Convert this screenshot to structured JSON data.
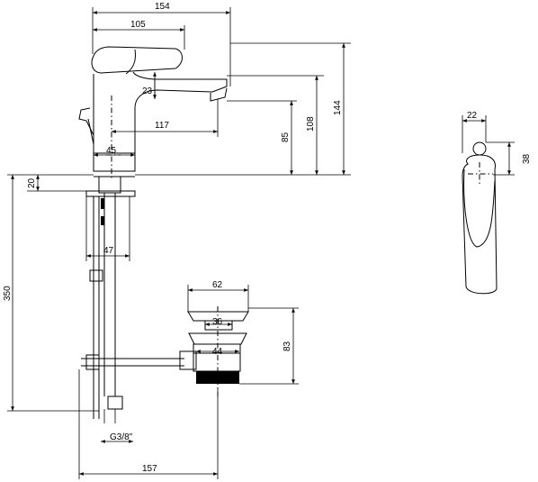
{
  "dimensions": {
    "d154": "154",
    "d105": "105",
    "d23": "23",
    "d117": "117",
    "d85": "85",
    "d108": "108",
    "d144": "144",
    "d45": "45",
    "d20": "20",
    "d350": "350",
    "d47": "47",
    "d62": "62",
    "d36": "36",
    "d44": "44",
    "d83": "83",
    "d157": "157",
    "thread": "G3/8\"",
    "d22": "22",
    "d38": "38"
  }
}
